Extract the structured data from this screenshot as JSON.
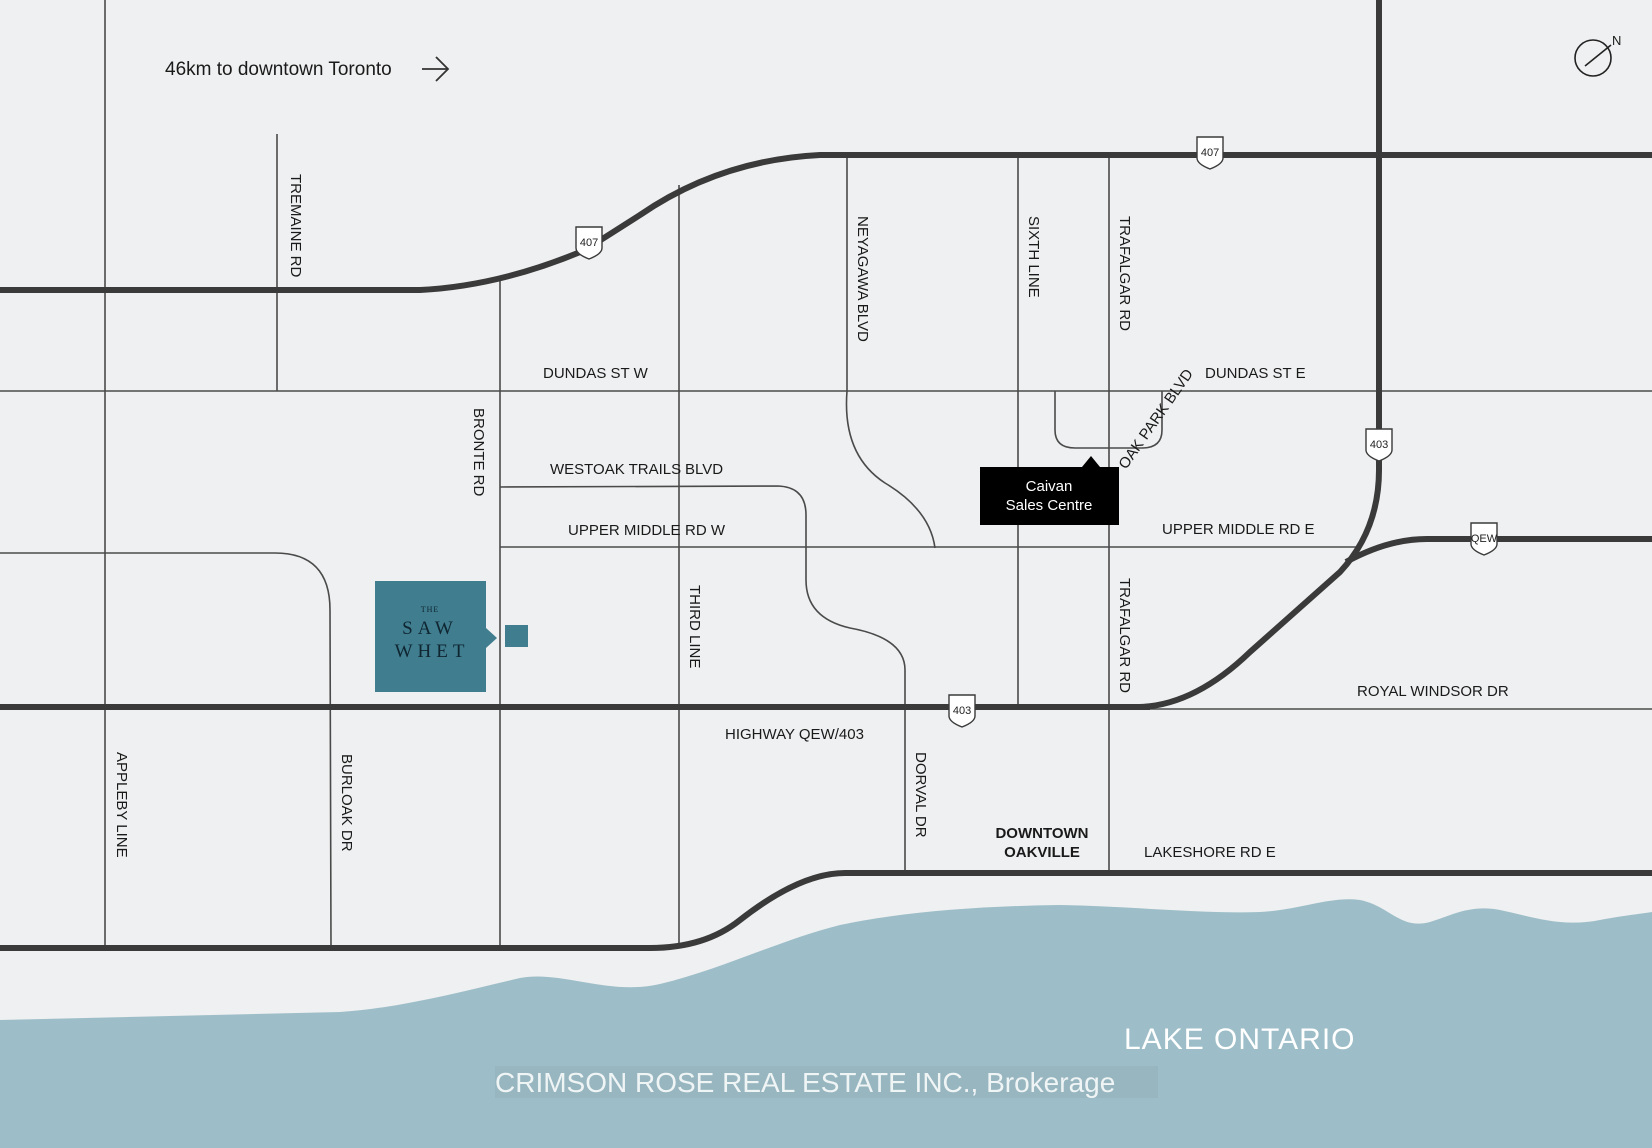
{
  "map": {
    "title_arrow_text": "46km to downtown Toronto",
    "north_label": "N",
    "lake_label": "LAKE ONTARIO",
    "watermark": "CRIMSON ROSE REAL ESTATE INC., Brokerage",
    "downtown_label": [
      "DOWNTOWN",
      "OAKVILLE"
    ],
    "sales_centre": [
      "Caivan",
      "Sales Centre"
    ],
    "brand": {
      "small": "THE",
      "line1": "SAW",
      "line2": "WHET"
    },
    "roads": {
      "tremaine": "TREMAINE RD",
      "neyagawa": "NEYAGAWA BLVD",
      "sixth_line": "SIXTH LINE",
      "trafalgar_n": "TRAFALGAR RD",
      "dundas_w": "DUNDAS ST W",
      "dundas_e": "DUNDAS ST E",
      "bronte": "BRONTE RD",
      "westoak_a": "WESTOAK TRAILS",
      "westoak_b": "BLVD",
      "oak_park": "OAK PARK BLVD",
      "upper_middle_w_a": "UPPER MIDDLE",
      "upper_middle_w_b": "RD W",
      "upper_middle_e": "UPPER MIDDLE RD E",
      "third_line": "THIRD LINE",
      "trafalgar_s": "TRAFALGAR RD",
      "royal_windsor": "ROYAL WINDSOR DR",
      "highway_qew": "HIGHWAY QEW/403",
      "appleby": "APPLEBY LINE",
      "burloak": "BURLOAK DR",
      "dorval": "DORVAL DR",
      "lakeshore_e": "LAKESHORE RD E"
    },
    "shields": {
      "h407_a": "407",
      "h407_b": "407",
      "h403_a": "403",
      "h403_b": "403",
      "qew": "QEW"
    },
    "colors": {
      "background": "#eff0f1",
      "water": "#9dbec8",
      "brand_teal": "#3f7d8f",
      "highway": "#3a3a3a",
      "road": "#4a4a4a",
      "label_box": "#000000"
    }
  }
}
